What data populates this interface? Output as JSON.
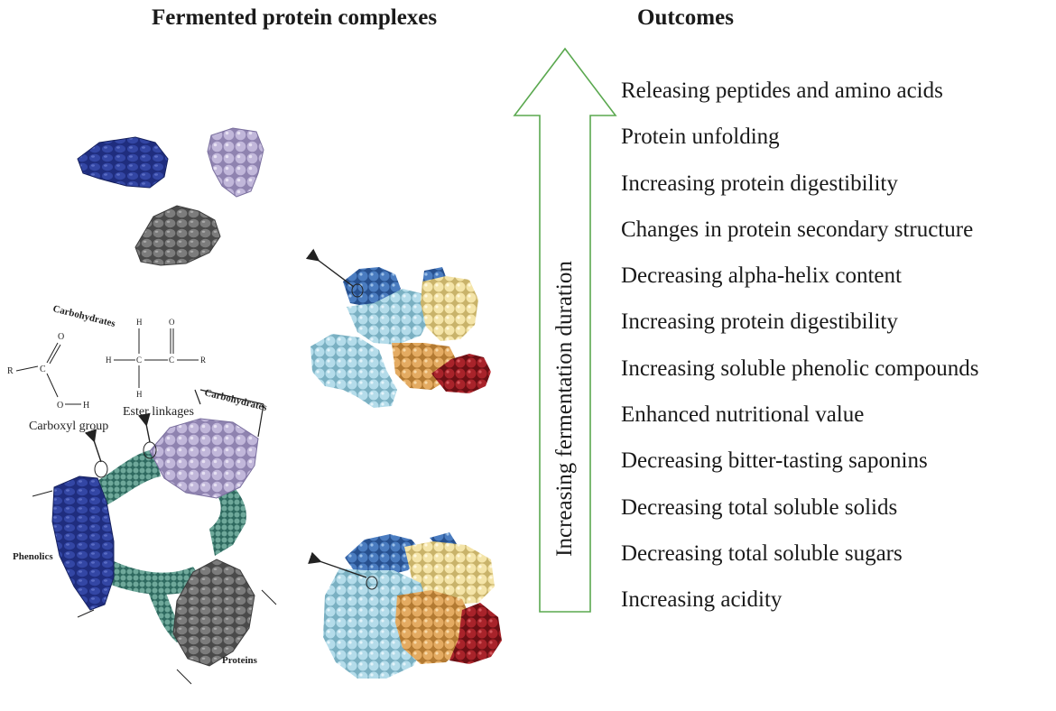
{
  "headings": {
    "left": "Fermented protein complexes",
    "right": "Outcomes"
  },
  "arrow_label": "Increasing fermentation duration",
  "arrow_color": "#5aa84f",
  "diagram_labels": {
    "carbohydrates_top": "Carbohydrates",
    "carbohydrates_side": "Carbohydrates",
    "carboxyl_group": "Carboxyl group",
    "ester_linkages": "Ester linkages",
    "phenolics": "Phenolics",
    "proteins": "Proteins"
  },
  "chem_labels": {
    "r": "R",
    "c": "C",
    "o": "O",
    "h": "H"
  },
  "outcomes": [
    "Releasing peptides and amino acids",
    "Protein unfolding",
    "Increasing protein digestibility",
    "Changes in protein secondary structure",
    "Decreasing alpha-helix content",
    "Increasing protein digestibility",
    "Increasing soluble phenolic compounds",
    "Enhanced nutritional value",
    "Decreasing bitter-tasting saponins",
    "Decreasing total soluble solids",
    "Decreasing total soluble sugars",
    "Increasing acidity"
  ],
  "colors": {
    "phenolic_blue": "#23338a",
    "carbohydrate_lavender": "#b9aed2",
    "protein_gray": "#6e6e6e",
    "linkage_teal": "#5e9a8e",
    "light_blue": "#a9d4e2",
    "pale_yellow": "#f3e3a6",
    "orange": "#e0a55a",
    "dark_red": "#9e1c22",
    "mid_blue": "#3f6fb0"
  }
}
